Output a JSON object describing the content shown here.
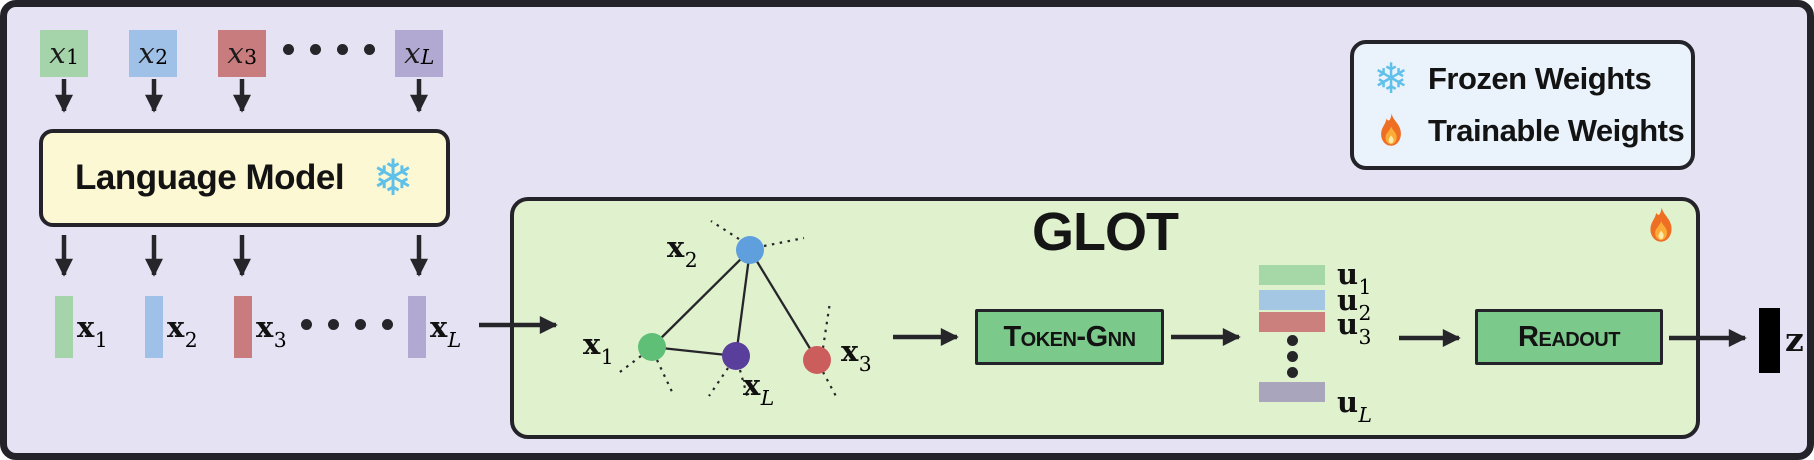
{
  "palette": {
    "background": "#e5e3f3",
    "outline": "#232329",
    "language_model_fill": "#fbf8d3",
    "glot_fill": "#e0f1ce",
    "legend_fill": "#eaf3fb",
    "process_box_fill": "#7cc98c",
    "token_green": "#a6d4aa",
    "token_blue": "#9fc1e7",
    "token_red": "#c97c7e",
    "token_purple": "#b2a9d2",
    "node_green": "#60bf76",
    "node_blue": "#5f9fdd",
    "node_purple": "#5a3e9b",
    "node_red": "#cc5d5d",
    "u_green": "#a6d7a6",
    "u_blue": "#a4c7e3",
    "u_red": "#cc807d",
    "u_gray": "#a9a5bd",
    "snowflake_blue": "#5fc0e9",
    "output_black": "#000000"
  },
  "icons": {
    "snowflake_glyph": "❄"
  },
  "input_tokens": [
    {
      "base": "x",
      "sub": "1"
    },
    {
      "base": "x",
      "sub": "2"
    },
    {
      "base": "x",
      "sub": "3"
    },
    {
      "base": "x",
      "sub": "L"
    }
  ],
  "language_model": {
    "label": "Language Model",
    "icon": "snowflake-icon"
  },
  "embeddings": [
    {
      "base": "x",
      "sub": "1"
    },
    {
      "base": "x",
      "sub": "2"
    },
    {
      "base": "x",
      "sub": "3"
    },
    {
      "base": "x",
      "sub": "L"
    }
  ],
  "glot": {
    "title": "GLOT",
    "icon": "flame-icon",
    "graph": {
      "nodes": [
        {
          "base": "x",
          "sub": "1"
        },
        {
          "base": "x",
          "sub": "2"
        },
        {
          "base": "x",
          "sub": "3"
        },
        {
          "base": "x",
          "sub": "L"
        }
      ]
    },
    "token_gnn": {
      "label": "Token-Gnn"
    },
    "readout": {
      "label": "Readout"
    },
    "token_embeddings": [
      {
        "base": "u",
        "sub": "1"
      },
      {
        "base": "u",
        "sub": "2"
      },
      {
        "base": "u",
        "sub": "3"
      },
      {
        "base": "u",
        "sub": "L"
      }
    ]
  },
  "output": {
    "label": "z"
  },
  "legend": {
    "items": [
      {
        "icon": "snowflake-icon",
        "label": "Frozen Weights"
      },
      {
        "icon": "flame-icon",
        "label": "Trainable Weights"
      }
    ]
  }
}
